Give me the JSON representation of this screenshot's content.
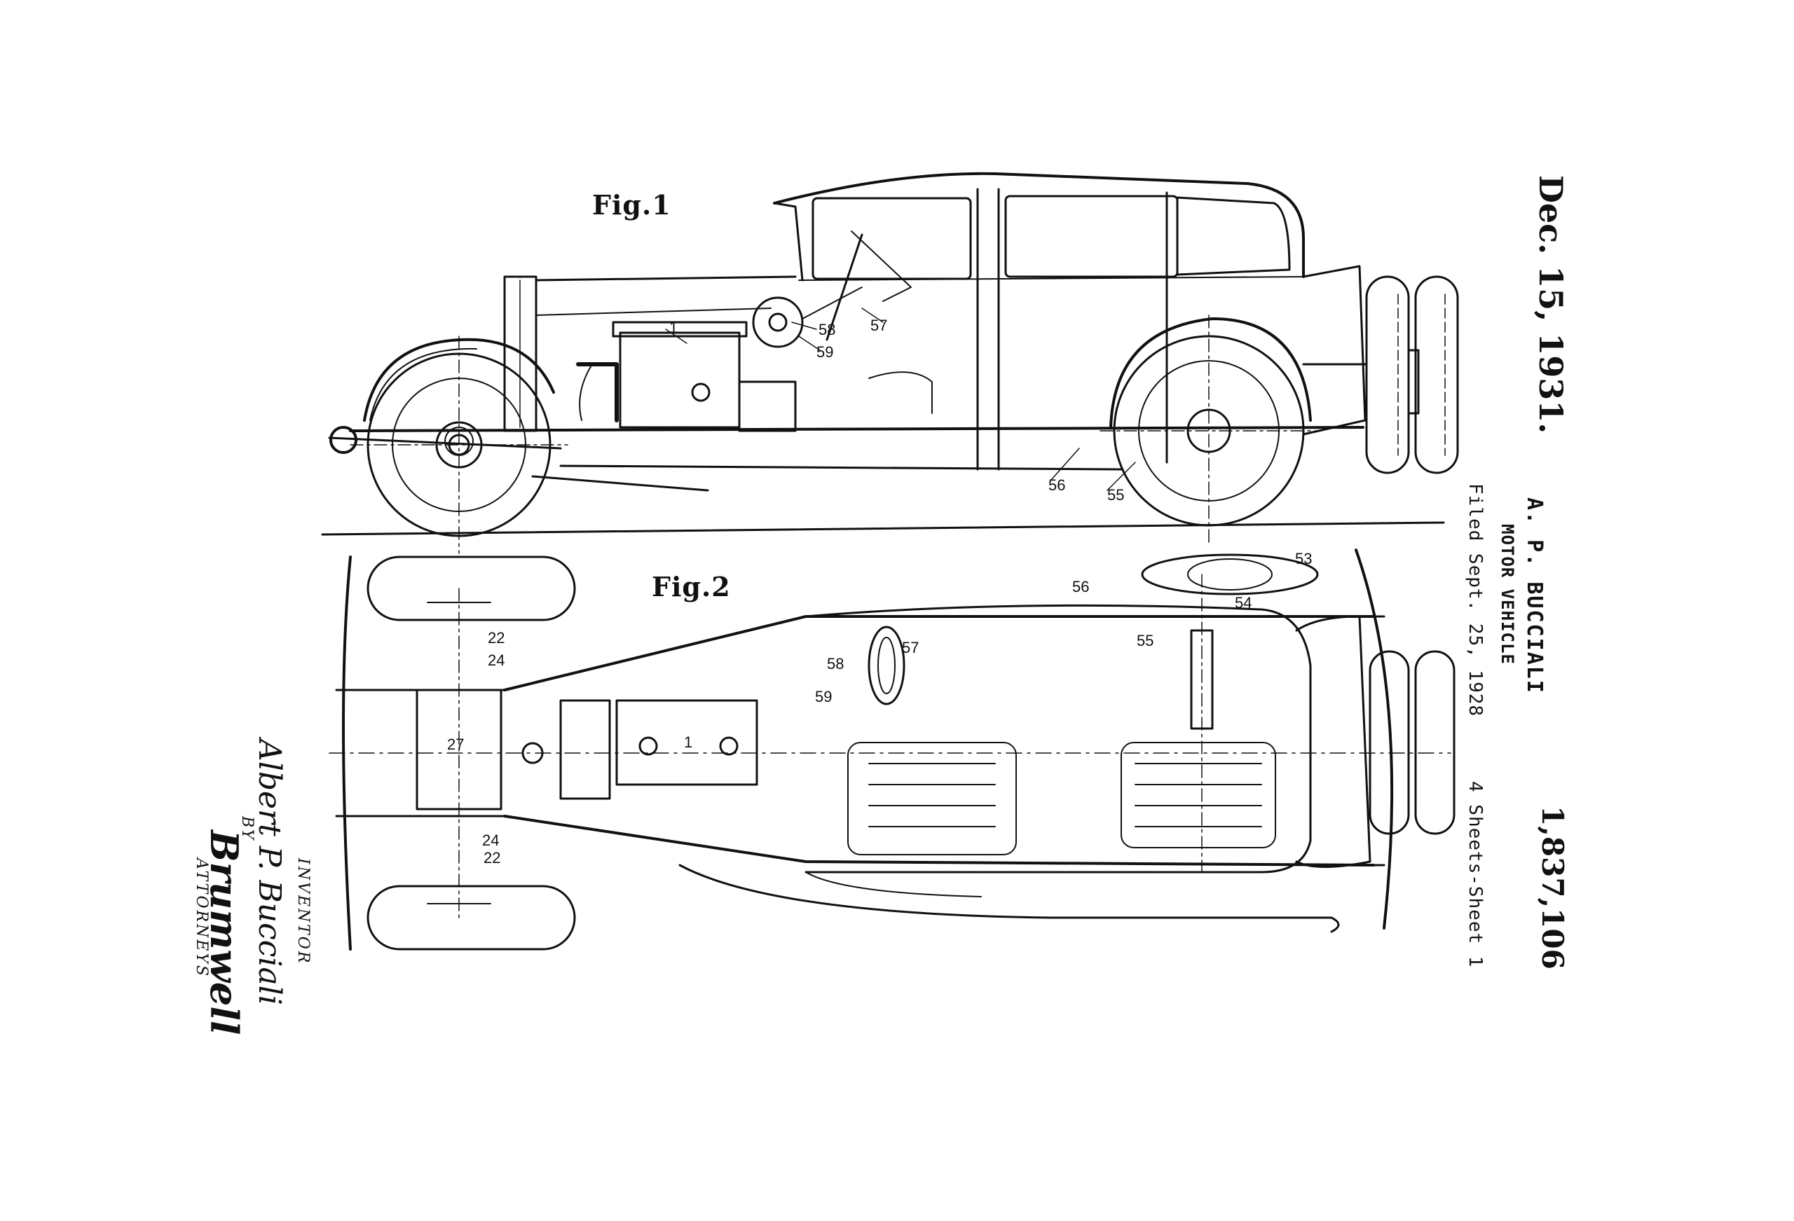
{
  "header": {
    "date": "Dec. 15, 1931.",
    "inventor": "A. P. BUCCIALI",
    "title": "MOTOR VEHICLE",
    "filed": "Filed Sept. 25, 1928",
    "sheets": "4 Sheets-Sheet 1",
    "patent_number": "1,837,106"
  },
  "figures": {
    "fig1_label": "Fig.1",
    "fig2_label": "Fig.2"
  },
  "fig1_refs": {
    "r1": "1",
    "r57": "57",
    "r58": "58",
    "r59": "59",
    "r56": "56",
    "r55": "55"
  },
  "fig2_refs": {
    "r56": "56",
    "r53": "53",
    "r54": "54",
    "r55": "55",
    "r57": "57",
    "r58": "58",
    "r59": "59",
    "r1": "1",
    "r27": "27",
    "r22a": "22",
    "r24a": "24",
    "r24b": "24",
    "r22b": "22"
  },
  "signature": {
    "inventor_label": "INVENTOR",
    "inventor_name": "Albert P. Bucciali",
    "by": "BY",
    "attorney": "Brumwell",
    "attorneys_label": "ATTORNEYS"
  },
  "colors": {
    "ink": "#111111",
    "paper": "#ffffff"
  }
}
